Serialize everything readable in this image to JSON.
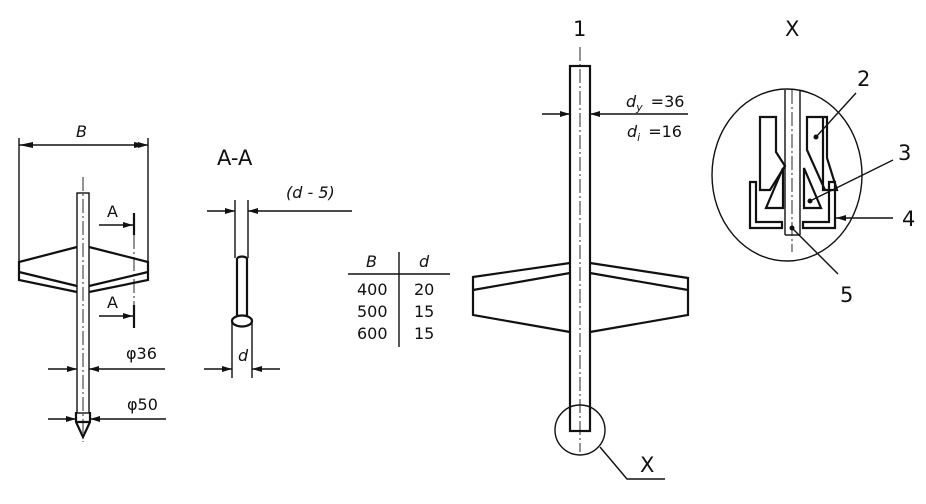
{
  "left_view": {
    "width_label": "B",
    "section_mark_top": "A",
    "section_mark_bottom": "A",
    "shaft_diameter": "φ36",
    "tip_diameter": "φ50"
  },
  "section_view": {
    "title": "A-A",
    "thickness_label": "(d - 5)",
    "diameter_label": "d"
  },
  "table": {
    "headers": [
      "B",
      "d"
    ],
    "rows": [
      [
        "400",
        "20"
      ],
      [
        "500",
        "15"
      ],
      [
        "600",
        "15"
      ]
    ]
  },
  "right_view": {
    "part_number": "1",
    "dy_label": "d",
    "dy_sub": "y",
    "dy_value": "=36",
    "di_label": "d",
    "di_sub": "i",
    "di_value": "=16",
    "detail_callout": "X"
  },
  "detail_view": {
    "title": "X",
    "parts": [
      "2",
      "3",
      "4",
      "5"
    ]
  }
}
